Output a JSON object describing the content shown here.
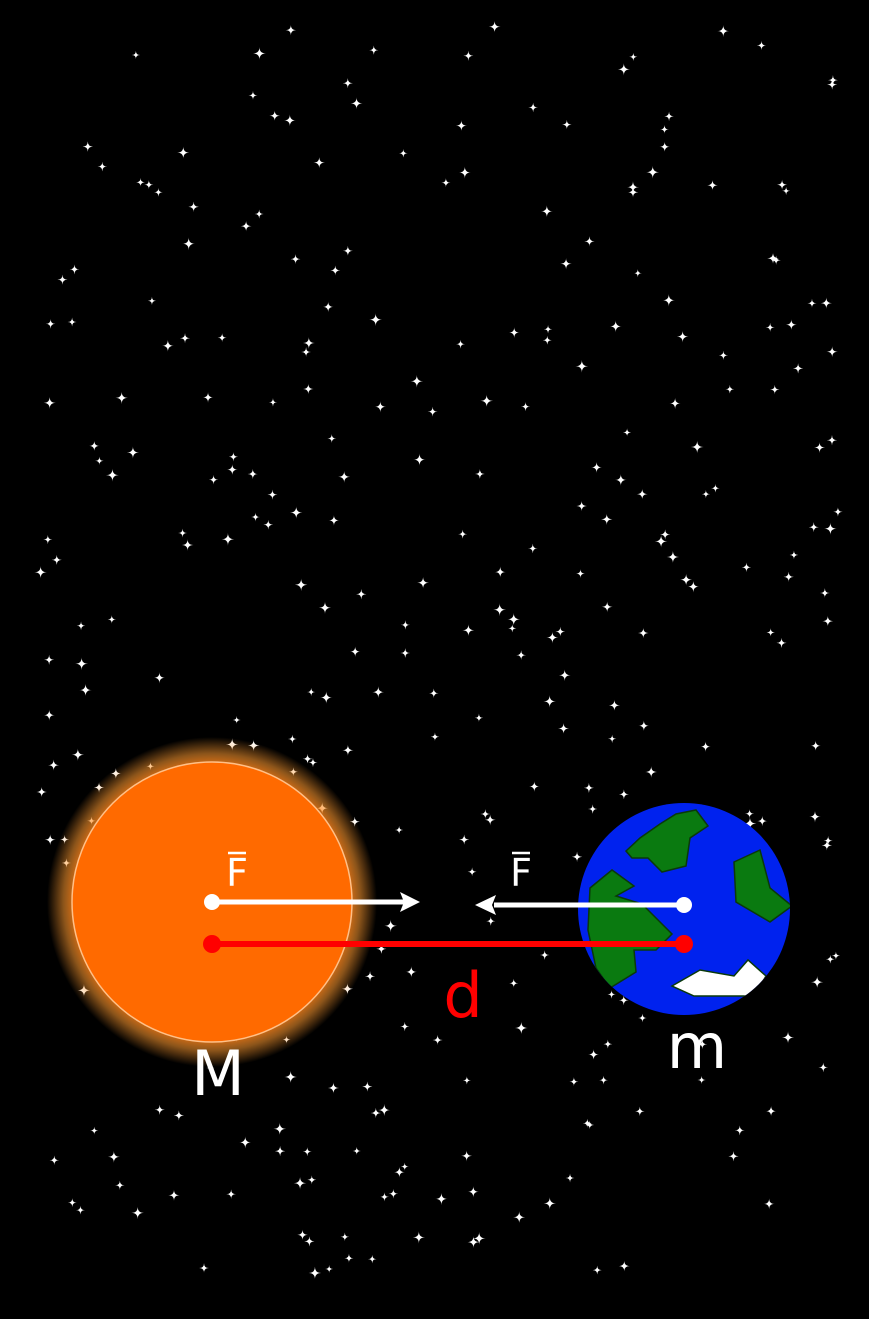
{
  "diagram": {
    "force_label_left": "F",
    "force_label_right": "F",
    "distance_label": "d",
    "mass_large_label": "M",
    "mass_small_label": "m"
  },
  "colors": {
    "background": "#000000",
    "star": "#ffffff",
    "sun": "#ff6a00",
    "sun_glow": "#ff9a30",
    "earth_ocean": "#0022ee",
    "earth_land": "#0a7a10",
    "earth_ice": "#ffffff",
    "force_arrow": "#ffffff",
    "distance_line": "#ff0000",
    "label_text": "#ffffff",
    "distance_text": "#ff0000"
  }
}
